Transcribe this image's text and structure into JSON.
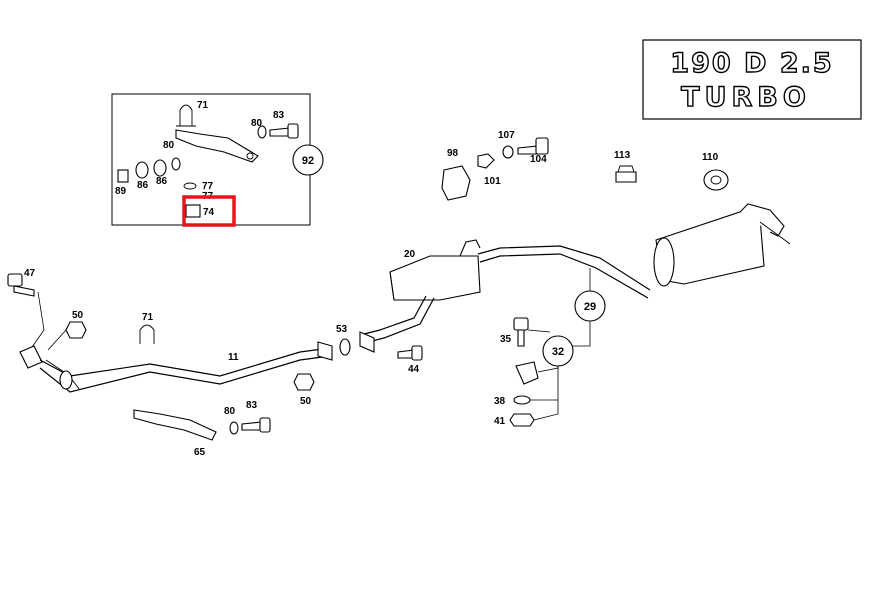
{
  "emblem": {
    "line1": "190 D 2.5",
    "line2": "TURBO"
  },
  "inset": {
    "labels": [
      "71",
      "80",
      "83",
      "80",
      "77",
      "77",
      "89",
      "86",
      "86",
      "92"
    ],
    "highlight_label": "74",
    "highlight_color": "#e8161c"
  },
  "labels": {
    "p47": "47",
    "p50a": "50",
    "p71": "71",
    "p11": "11",
    "p53": "53",
    "p50b": "50",
    "p80": "80",
    "p83": "83",
    "p65": "65",
    "p20": "20",
    "p44": "44",
    "p98": "98",
    "p101": "101",
    "p107": "107",
    "p104": "104",
    "p113": "113",
    "p110": "110",
    "p29": "29",
    "p35": "35",
    "p32": "32",
    "p38": "38",
    "p41": "41"
  }
}
